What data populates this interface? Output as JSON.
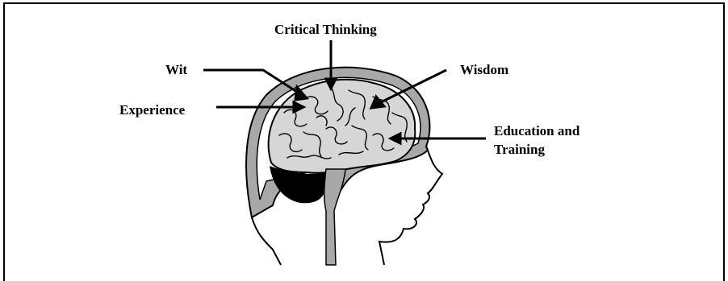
{
  "labels": {
    "critical_thinking": "Critical Thinking",
    "wit": "Wit",
    "wisdom": "Wisdom",
    "experience": "Experience",
    "education_line1": "Education and",
    "education_line2": "Training"
  },
  "colors": {
    "outline": "#000000",
    "brain_fill": "#d6d6d6",
    "skull_fill": "#a8a8a8",
    "cerebellum_fill": "#000000",
    "background": "#ffffff"
  }
}
